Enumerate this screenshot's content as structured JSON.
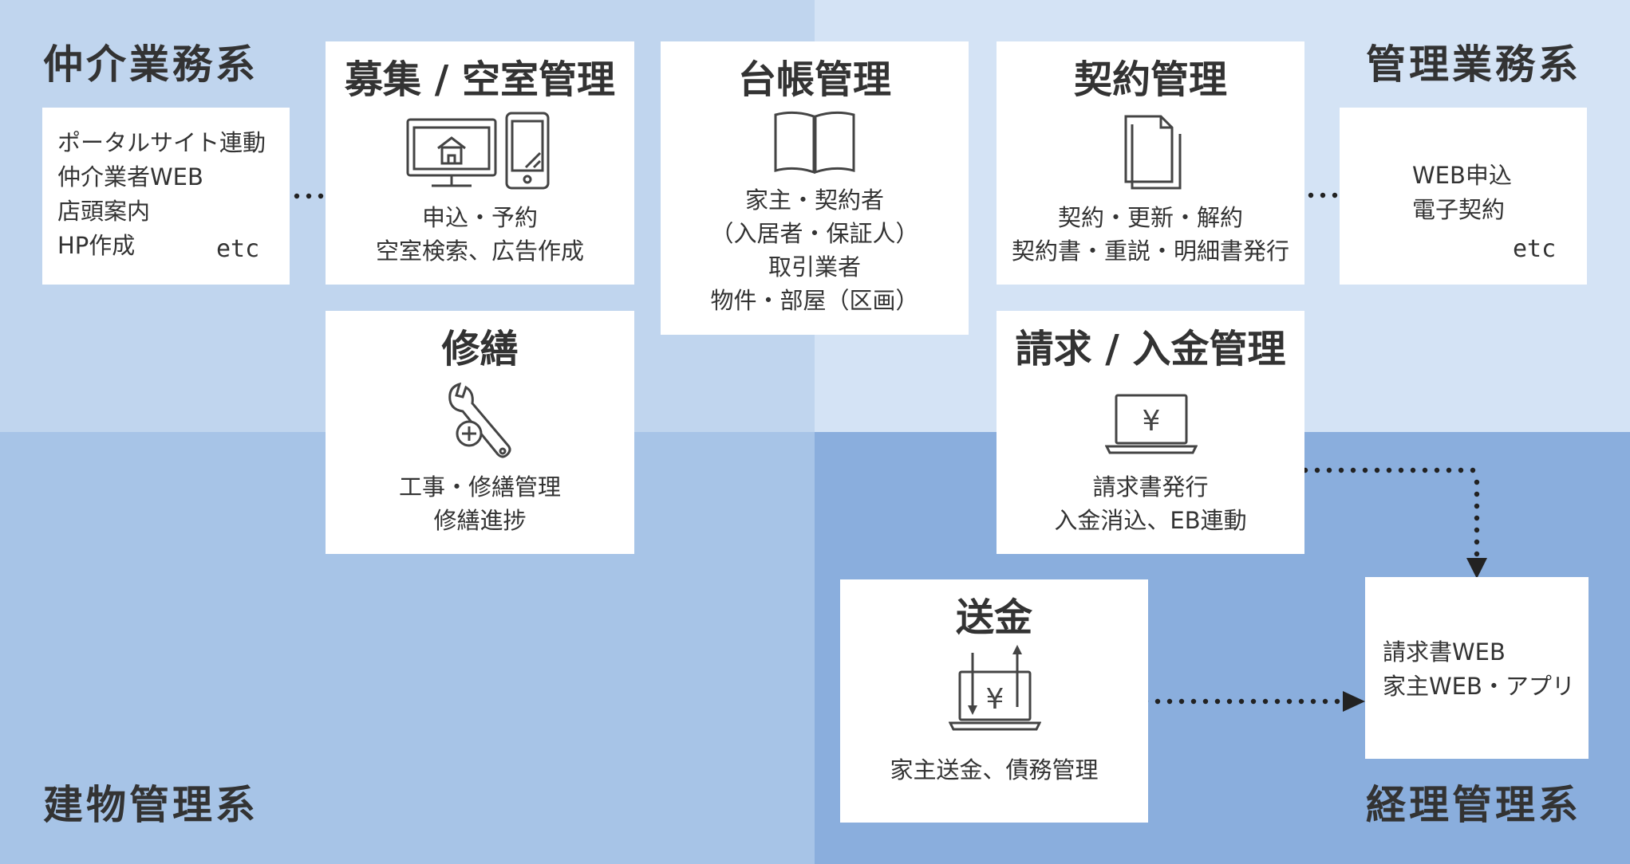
{
  "regions": {
    "brokerage": "仲介業務系",
    "management": "管理業務系",
    "building": "建物管理系",
    "accounting": "経理管理系"
  },
  "boxes": {
    "recruit": {
      "title": "募集 / 空室管理",
      "lines": [
        "申込・予約",
        "空室検索、広告作成"
      ]
    },
    "ledger": {
      "title": "台帳管理",
      "lines": [
        "家主・契約者",
        "（入居者・保証人）",
        "取引業者",
        "物件・部屋（区画）"
      ]
    },
    "contract": {
      "title": "契約管理",
      "lines": [
        "契約・更新・解約",
        "契約書・重説・明細書発行"
      ]
    },
    "repair": {
      "title": "修繕",
      "lines": [
        "工事・修繕管理",
        "修繕進捗"
      ]
    },
    "billing": {
      "title": "請求 / 入金管理",
      "lines": [
        "請求書発行",
        "入金消込、EB連動"
      ]
    },
    "remit": {
      "title": "送金",
      "lines": [
        "家主送金、債務管理"
      ]
    }
  },
  "side_boxes": {
    "portal": {
      "lines": [
        "ポータルサイト連動",
        "仲介業者WEB",
        "店頭案内",
        "HP作成"
      ],
      "etc": "etc"
    },
    "web_apply": {
      "lines": [
        "WEB申込",
        "電子契約"
      ],
      "etc": "etc"
    },
    "invoice_web": {
      "lines": [
        "請求書WEB",
        "家主WEB・アプリ"
      ]
    }
  },
  "icons": {
    "recruit": "monitor-and-phone-icon",
    "ledger": "open-book-icon",
    "contract": "documents-icon",
    "repair": "wrench-icon",
    "billing": "laptop-yen-icon",
    "remit": "laptop-transfer-icon"
  },
  "colors": {
    "brokerage_bg": "#c0d5ee",
    "management_bg": "#d4e3f5",
    "building_bg": "#a7c4e7",
    "accounting_bg": "#8aaedd",
    "box_bg": "#ffffff",
    "text": "#333333",
    "arrow": "#222222"
  }
}
